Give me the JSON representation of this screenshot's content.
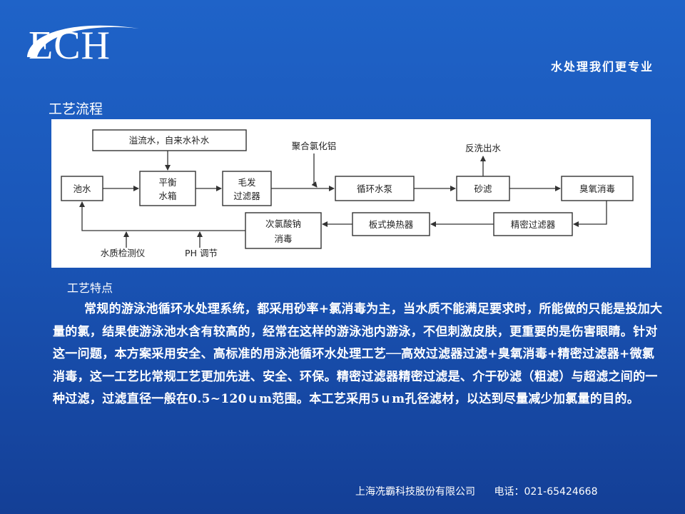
{
  "header": {
    "logo_text": "ECH",
    "slogan": "水处理我们更专业"
  },
  "section_title": "工艺流程",
  "diagram": {
    "nodes": {
      "pool_water": "池水",
      "overflow": "溢流水，自来水补水",
      "balance_tank_1": "平衡",
      "balance_tank_2": "水箱",
      "hair_filter_1": "毛发",
      "hair_filter_2": "过滤器",
      "pac": "聚合氯化铝",
      "circ_pump": "循环水泵",
      "backwash": "反洗出水",
      "sand_filter": "砂滤",
      "ozone": "臭氧消毒",
      "precision_filter": "精密过滤器",
      "plate_hx": "板式换热器",
      "hypochlorite_1": "次氯酸钠",
      "hypochlorite_2": "消毒",
      "water_quality": "水质检测仪",
      "ph_adjust": "PH 调节"
    }
  },
  "features_title": "工艺特点",
  "description": "常规的游泳池循环水处理系统，都采用砂率+氯消毒为主，当水质不能满足要求时，所能做的只能是投加大量的氯，结果使游泳池水含有较高的，经常在这样的游泳池内游泳，不但刺激皮肤，更重要的是伤害眼睛。针对这一问题，本方案采用安全、高标准的用泳池循环水处理工艺──高效过滤器过滤+臭氧消毒+精密过滤器+微氯消毒，这一工艺比常规工艺更加先进、安全、环保。精密过滤器精密过滤是、介于砂滤（粗滤）与超滤之间的一种过滤，过滤直径一般在0.5~120ｕm范围。本工艺采用5ｕm孔径滤材，以达到尽量减少加氯量的目的。",
  "footer": {
    "company": "上海冼霸科技股份有限公司",
    "phone": "电话：021-65424668"
  },
  "colors": {
    "background": "#1a56b8",
    "text": "#ffffff"
  }
}
